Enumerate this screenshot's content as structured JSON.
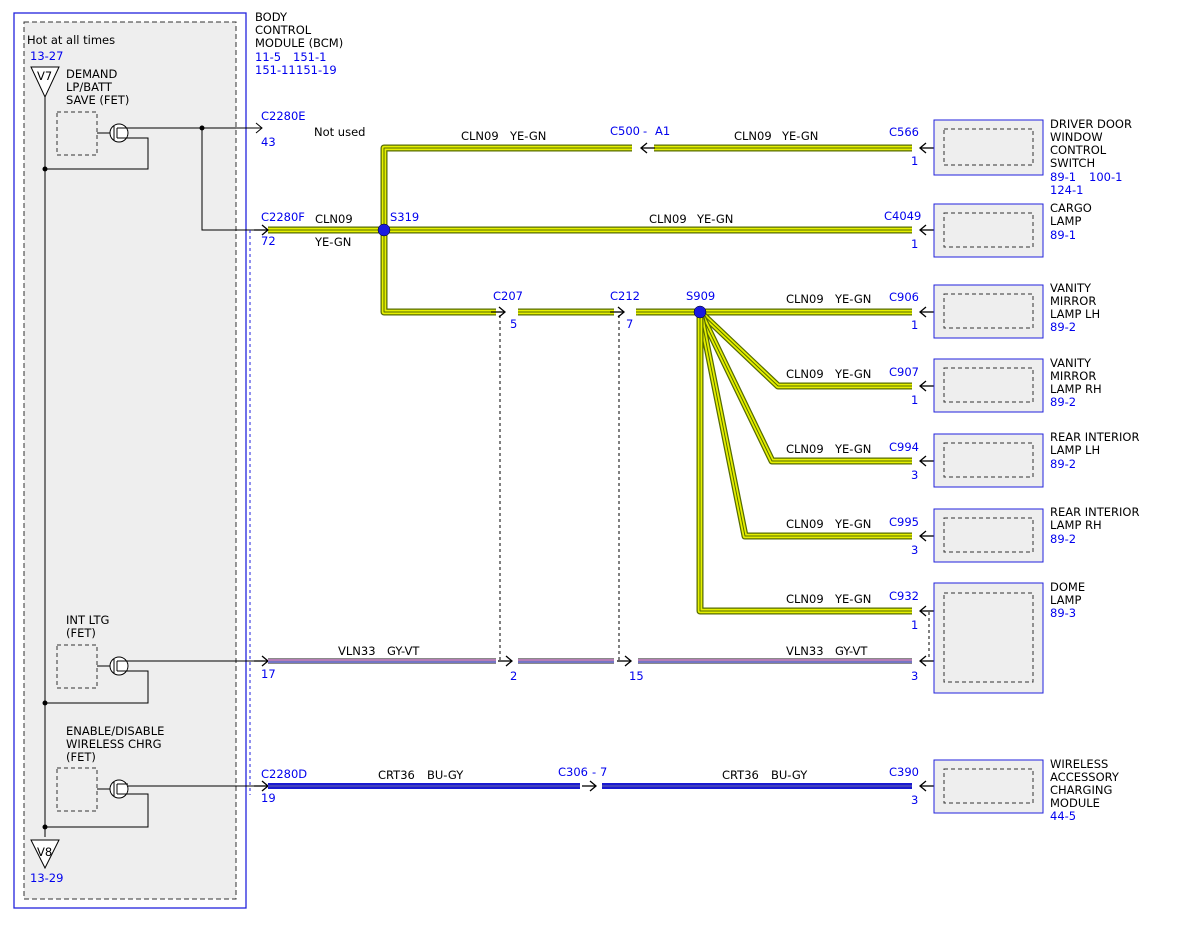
{
  "colors": {
    "accent_blue": "#0000ee",
    "wire_yellow": "#e6f000",
    "wire_yellow_edge": "#556b00",
    "wire_gray": "#8a8a8a",
    "wire_violet": "#d070d0",
    "wire_blue": "#1a1ad0",
    "module_fill": "#eeeeee"
  },
  "bcm": {
    "title_lines": [
      "BODY",
      "CONTROL",
      "MODULE (BCM)"
    ],
    "refs": [
      "11-5",
      "151-1",
      "151-11",
      "151-19"
    ],
    "hot_at_all_times": "Hot at all times",
    "hot_ref": "13-27",
    "v7": "V7",
    "v8": "V8",
    "v8_ref": "13-29",
    "fet1_lines": [
      "DEMAND",
      "LP/BATT",
      "SAVE (FET)"
    ],
    "fet2_lines": [
      "INT LTG",
      "(FET)"
    ],
    "fet3_lines": [
      "ENABLE/DISABLE",
      "WIRELESS CHRG",
      "(FET)"
    ],
    "not_used": "Not used"
  },
  "connectors": {
    "c2280e": "C2280E",
    "c2280e_pin": "43",
    "c2280f": "C2280F",
    "c2280f_pin": "72",
    "c2280d": "C2280D",
    "c2280d_pin": "19",
    "bcm_pin17": "17",
    "c500": "C500",
    "c500_pin": "A1",
    "c566": "C566",
    "c566_pin": "1",
    "c4049": "C4049",
    "c4049_pin": "1",
    "c207": "C207",
    "c207_pin_a": "5",
    "c207_pin_b": "2",
    "c212": "C212",
    "c212_pin_a": "7",
    "c212_pin_b": "15",
    "c906": "C906",
    "c906_pin": "1",
    "c907": "C907",
    "c907_pin": "1",
    "c994": "C994",
    "c994_pin": "3",
    "c995": "C995",
    "c995_pin": "3",
    "c932": "C932",
    "c932_pin_a": "1",
    "c932_pin_b": "3",
    "c306": "C306",
    "c306_pin": "7",
    "c390": "C390",
    "c390_pin": "3"
  },
  "splices": {
    "s319": "S319",
    "s909": "S909"
  },
  "wires": {
    "cln09": "CLN09",
    "ye_gn": "YE-GN",
    "vln33": "VLN33",
    "gy_vt": "GY-VT",
    "crt36": "CRT36",
    "bu_gy": "BU-GY"
  },
  "components": {
    "driver_door": {
      "lines": [
        "DRIVER DOOR",
        "WINDOW",
        "CONTROL",
        "SWITCH"
      ],
      "refs": [
        "89-1",
        "100-1",
        "124-1"
      ]
    },
    "cargo": {
      "lines": [
        "CARGO",
        "LAMP"
      ],
      "ref": "89-1"
    },
    "vanity_lh": {
      "lines": [
        "VANITY",
        "MIRROR",
        "LAMP LH"
      ],
      "ref": "89-2"
    },
    "vanity_rh": {
      "lines": [
        "VANITY",
        "MIRROR",
        "LAMP RH"
      ],
      "ref": "89-2"
    },
    "rear_lh": {
      "lines": [
        "REAR INTERIOR",
        "LAMP LH"
      ],
      "ref": "89-2"
    },
    "rear_rh": {
      "lines": [
        "REAR INTERIOR",
        "LAMP RH"
      ],
      "ref": "89-2"
    },
    "dome": {
      "lines": [
        "DOME",
        "LAMP"
      ],
      "ref": "89-3"
    },
    "wireless": {
      "lines": [
        "WIRELESS",
        "ACCESSORY",
        "CHARGING",
        "MODULE"
      ],
      "ref": "44-5"
    }
  }
}
